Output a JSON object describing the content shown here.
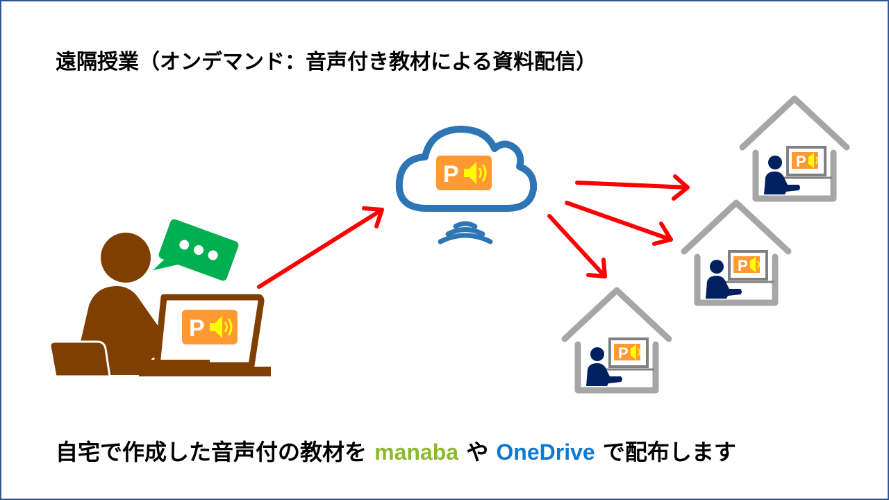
{
  "title": "遠隔授業（オンデマンド：音声付き教材による資料配信）",
  "caption": {
    "prefix": "自宅で作成した音声付の教材を ",
    "manaba": "manaba",
    "middle": " や ",
    "onedrive": "OneDrive",
    "suffix": " で配布します"
  },
  "slide_icon_letter": "P",
  "colors": {
    "frame": "#2F5597",
    "teacher": "#7F3F00",
    "speech_bubble": "#00B050",
    "slide_icon": "#FF9933",
    "speaker": "#FFFF00",
    "cloud": "#2E75B6",
    "arrow": "#FF0000",
    "house": "#A6A6A6",
    "student": "#002060",
    "manaba": "#8DB92E",
    "onedrive": "#0F78D4"
  },
  "icons": [
    "teacher-icon",
    "speech-bubble-icon",
    "laptop-icon",
    "slide-audio-icon",
    "cloud-icon",
    "wifi-signal-icon",
    "arrow-icon",
    "house-icon",
    "student-icon"
  ]
}
